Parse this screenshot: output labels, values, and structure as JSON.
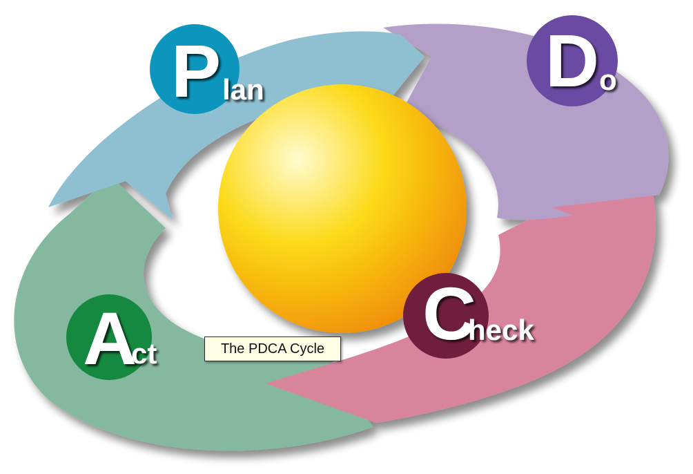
{
  "colors": {
    "plan_arrow": "#8fc0d2",
    "do_arrow": "#b3a0c8",
    "check_arrow": "#d9849d",
    "act_arrow": "#84b9a0",
    "plan_circle": "#0c96bd",
    "do_circle": "#6a4aa2",
    "check_circle": "#6f1f3d",
    "act_circle": "#15893f",
    "sphere_highlight": "#fffbd0",
    "sphere_mid": "#fcd915",
    "sphere_edge": "#f08c05"
  },
  "stages": {
    "plan": {
      "initial": "P",
      "rest": "lan",
      "icon": "plan-badge"
    },
    "do": {
      "initial": "D",
      "rest": "o",
      "icon": "do-badge"
    },
    "check": {
      "initial": "C",
      "rest": "heck",
      "icon": "check-badge"
    },
    "act": {
      "initial": "A",
      "rest": "ct",
      "icon": "act-badge"
    }
  },
  "tooltip": {
    "text": "The PDCA Cycle"
  }
}
